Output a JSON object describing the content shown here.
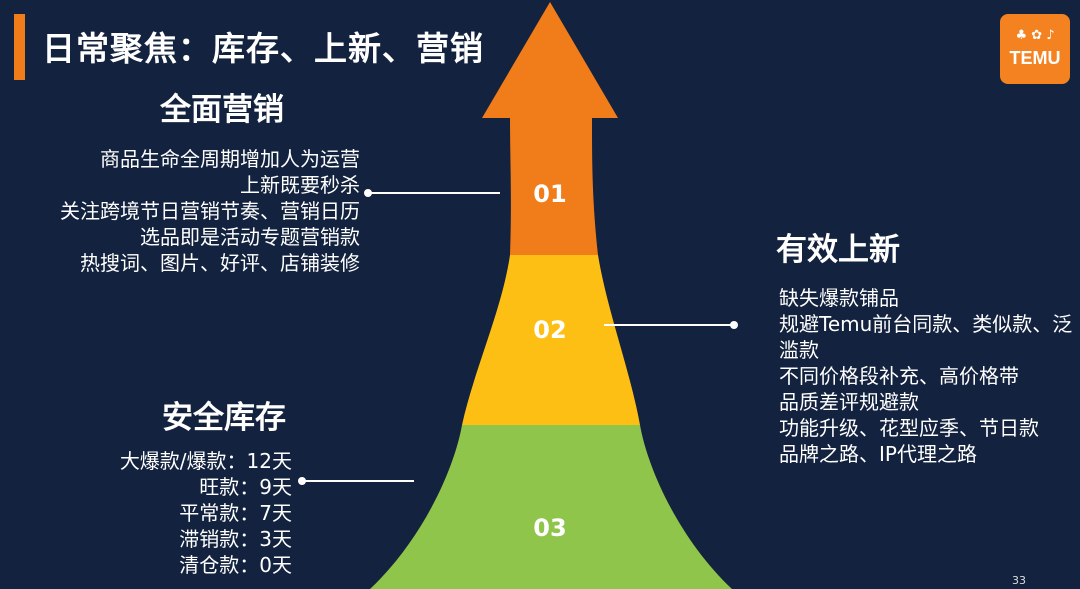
{
  "header": {
    "title": "日常聚焦：库存、上新、营销"
  },
  "logo": {
    "text": "TEMU",
    "mark": "♣ ✿ ♪"
  },
  "marketing": {
    "heading": "全面营销",
    "stage": "01",
    "lines": [
      "商品生命全周期增加人为运营",
      "上新既要秒杀",
      "关注跨境节日营销节奏、营销日历",
      "选品即是活动专题营销款",
      "热搜词、图片、好评、店铺装修"
    ]
  },
  "new_products": {
    "heading": "有效上新",
    "stage": "02",
    "lines": [
      "缺失爆款铺品",
      "规避Temu前台同款、类似款、泛",
      "滥款",
      "不同价格段补充、高价格带",
      "品质差评规避款",
      "功能升级、花型应季、节日款",
      "品牌之路、IP代理之路"
    ]
  },
  "inventory": {
    "heading": "安全库存",
    "stage": "03",
    "lines": [
      "大爆款/爆款：12天",
      "旺款：9天",
      "平常款：7天",
      "滞销款：3天",
      "清仓款：0天"
    ]
  },
  "footer": {
    "page": "33"
  },
  "colors": {
    "background": "#13223e",
    "orange": "#f07d1a",
    "yellow": "#fdbf14",
    "green": "#8fc54a",
    "accent": "#f58220"
  }
}
